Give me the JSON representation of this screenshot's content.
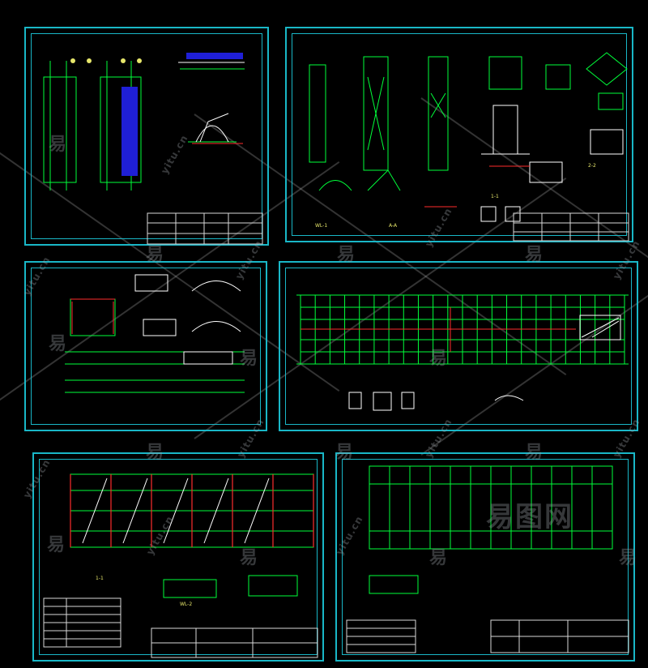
{
  "watermark": {
    "brand": "易图网",
    "domain": "yitu.cn",
    "glyph": "易"
  },
  "sheets": [
    {
      "id": "s1",
      "label": "",
      "titleblock_lines": [
        "",
        "",
        ""
      ]
    },
    {
      "id": "s2",
      "label": "",
      "titleblock_lines": [
        "",
        "",
        ""
      ]
    },
    {
      "id": "s3",
      "label": "",
      "titleblock_lines": []
    },
    {
      "id": "s4",
      "label": "",
      "titleblock_lines": []
    },
    {
      "id": "s5",
      "label": "",
      "titleblock_lines": [
        "",
        "",
        ""
      ]
    },
    {
      "id": "s6",
      "label": "",
      "titleblock_lines": [
        "",
        "",
        ""
      ]
    }
  ],
  "cad_text": {
    "s2_mark_1": "A-A",
    "s2_mark_2": "1-1",
    "s2_mark_3": "2-2",
    "s2_view": "WL-1",
    "s5_view": "WL-2",
    "s5_view2": "1-1"
  },
  "colors": {
    "frame": "#19b7c7",
    "grid": "#00ff3a",
    "accent_red": "#ff2d2d",
    "dim": "#e7e76b",
    "white": "#ffffff",
    "blue_fill": "#1f1fd6"
  }
}
